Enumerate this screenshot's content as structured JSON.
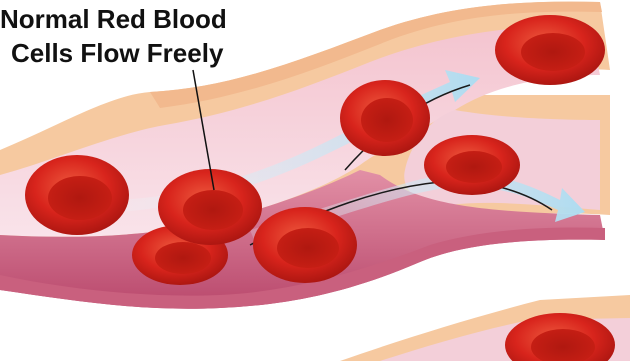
{
  "callout": {
    "lines": [
      "Normal Red Blood",
      "Cells Flow Freely"
    ]
  },
  "illustration": {
    "subject": "blood-vessel-with-red-blood-cells",
    "colors": {
      "vessel_outer": "#f6c9a0",
      "vessel_wall": "#e7a4b4",
      "vessel_lumen": "#f7d9e2",
      "vessel_shadow": "#c9607e",
      "red_cell": "#d8241c",
      "red_cell_dark": "#a5140f",
      "red_cell_highlight": "#ee5a3e",
      "flow_arrow": "#bfe4f4",
      "pointer_line": "#111111"
    }
  }
}
